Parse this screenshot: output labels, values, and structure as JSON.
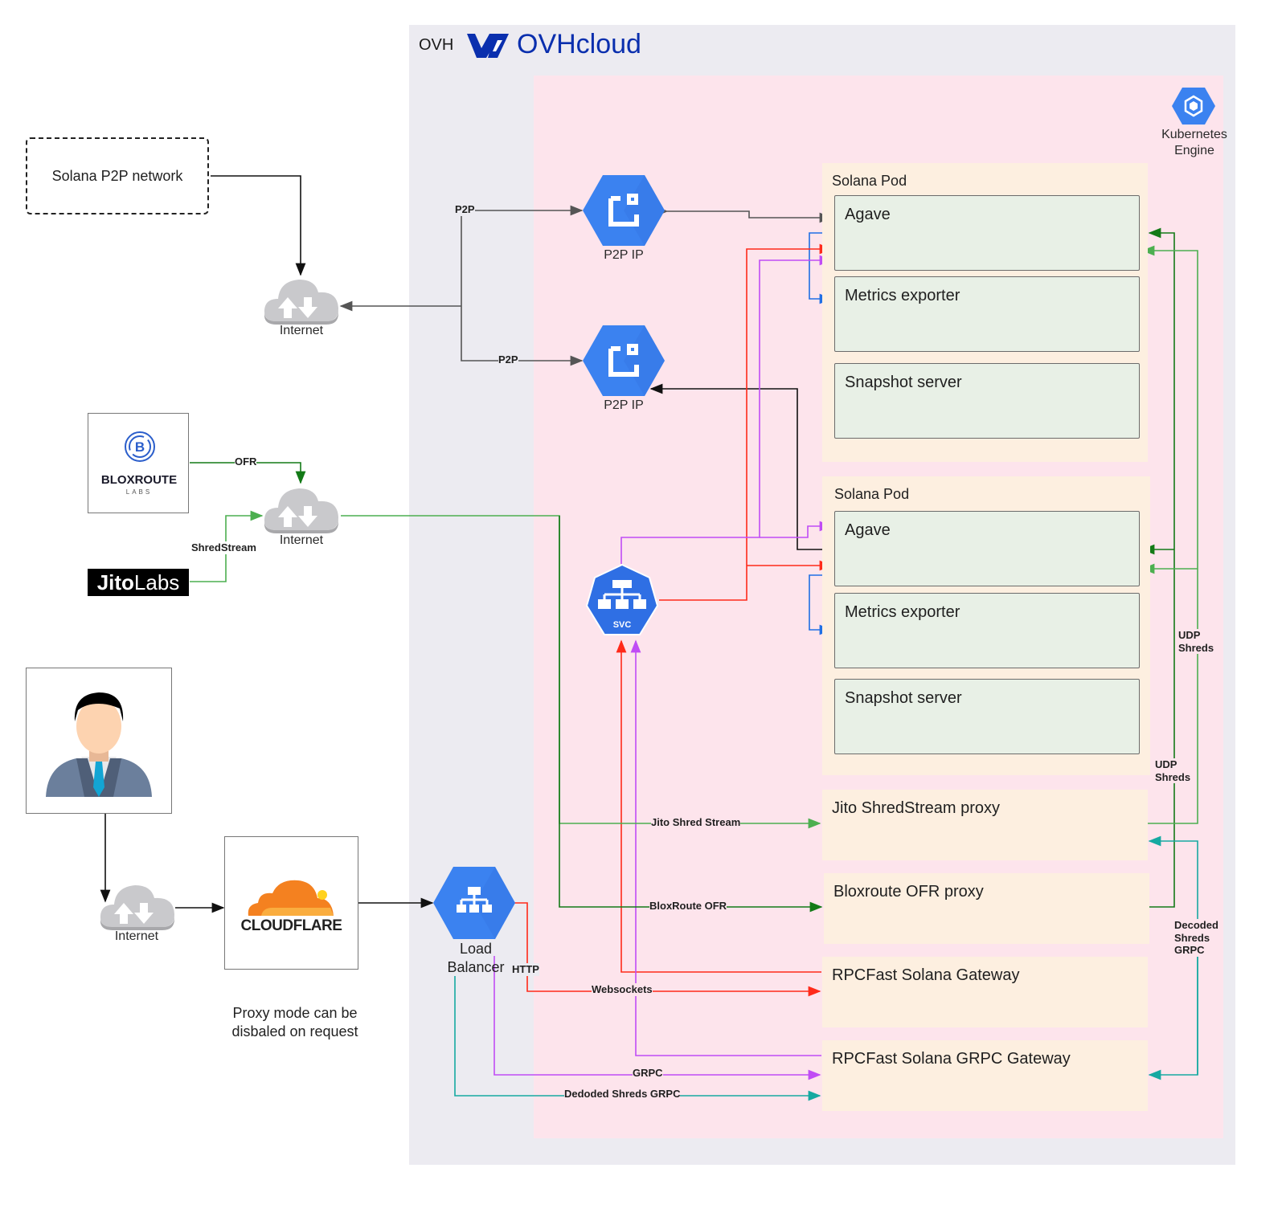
{
  "header": {
    "provider_label": "OVH",
    "brand_name": "OVHcloud",
    "brand_color": "#0a2fae"
  },
  "platform": {
    "icon": "kubernetes-engine-icon",
    "label_line1": "Kubernetes",
    "label_line2": "Engine"
  },
  "external": {
    "solana_p2p_network": "Solana P2P network",
    "internet_label": "Internet",
    "bloxroute": {
      "name": "BLOXROUTE",
      "sub": "LABS"
    },
    "jito": {
      "name_bold": "Jito",
      "name_light": "Labs"
    },
    "cloudflare": {
      "name": "CLOUDFLARE"
    },
    "user_icon": "user-avatar-icon",
    "proxy_note_line1": "Proxy mode can be",
    "proxy_note_line2": "disbaled on request"
  },
  "network_nodes": {
    "p2p_ip_label": "P2P IP",
    "svc_label": "SVC",
    "load_balancer_line1": "Load",
    "load_balancer_line2": "Balancer"
  },
  "pods": [
    {
      "title": "Solana Pod",
      "containers": [
        "Agave",
        "Metrics exporter",
        "Snapshot server"
      ]
    },
    {
      "title": "Solana Pod",
      "containers": [
        "Agave",
        "Metrics exporter",
        "Snapshot server"
      ]
    }
  ],
  "services": [
    "Jito ShredStream proxy",
    "Bloxroute OFR proxy",
    "RPCFast Solana Gateway",
    "RPCFast Solana GRPC Gateway"
  ],
  "edge_labels": {
    "p2p_top": "P2P",
    "p2p_bottom": "P2P",
    "ofr": "OFR",
    "shredstream": "ShredStream",
    "jito_shred_stream": "Jito Shred Stream",
    "bloxroute_ofr": "BloxRoute OFR",
    "http": "HTTP",
    "websockets": "Websockets",
    "grpc": "GRPC",
    "decoded_shreds_grpc_bottom": "Dedoded Shreds GRPC",
    "udp_shreds_1_line1": "UDP",
    "udp_shreds_1_line2": "Shreds",
    "udp_shreds_2_line1": "UDP",
    "udp_shreds_2_line2": "Shreds",
    "decoded_line1": "Decoded",
    "decoded_line2": "Shreds",
    "decoded_line3": "GRPC"
  },
  "colors": {
    "gcp_blue": "#3b82f0",
    "ovh_bg": "#ecebf1",
    "k8s_bg": "#fde4ec",
    "pod_bg": "#fdefe0",
    "container_bg": "#e8f0e6",
    "edge_gray": "#555555",
    "edge_black": "#111111",
    "edge_red": "#ff2a1a",
    "edge_purple": "#c04cf5",
    "edge_blue": "#1f6fe5",
    "edge_dark_green": "#137a17",
    "edge_light_green": "#4caf50",
    "edge_teal": "#16a9a1"
  }
}
